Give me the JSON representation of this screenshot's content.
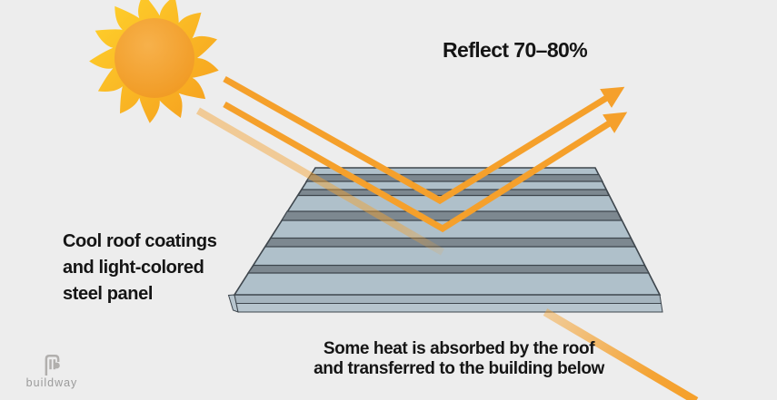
{
  "figure": {
    "reflect_label": "Reflect 70–80%",
    "coating_label_lines": [
      "Cool roof coatings",
      "and light-colored",
      "steel panel"
    ],
    "absorb_label_lines": [
      "Some heat is absorbed by the roof",
      "and transferred to the building below"
    ]
  },
  "logo": {
    "text": "buildway"
  },
  "icons": {
    "sun": "sun-icon",
    "reflected_rays": "reflected-sunray-arrows",
    "absorbed_ray": "absorbed-heat-ray",
    "logo_mark": "buildway-logo-icon"
  },
  "colors": {
    "bg": "#EDEDED",
    "accent": "#F5A02B",
    "panel_light": "#AFC0CA",
    "panel_dark": "#7D8890",
    "panel_outline": "#3E464D",
    "side_mid": "#A6B5BF",
    "side_light": "#B7C5CE",
    "text": "#151515",
    "logo_icon": "#B1AFAD",
    "logo_text": "#9B9B9B",
    "sun_flame_light": "#FFD42C",
    "sun_flame_deep": "#F59D1E",
    "sun_core_light": "#F7B14B",
    "sun_core_deep": "#F0981F"
  }
}
